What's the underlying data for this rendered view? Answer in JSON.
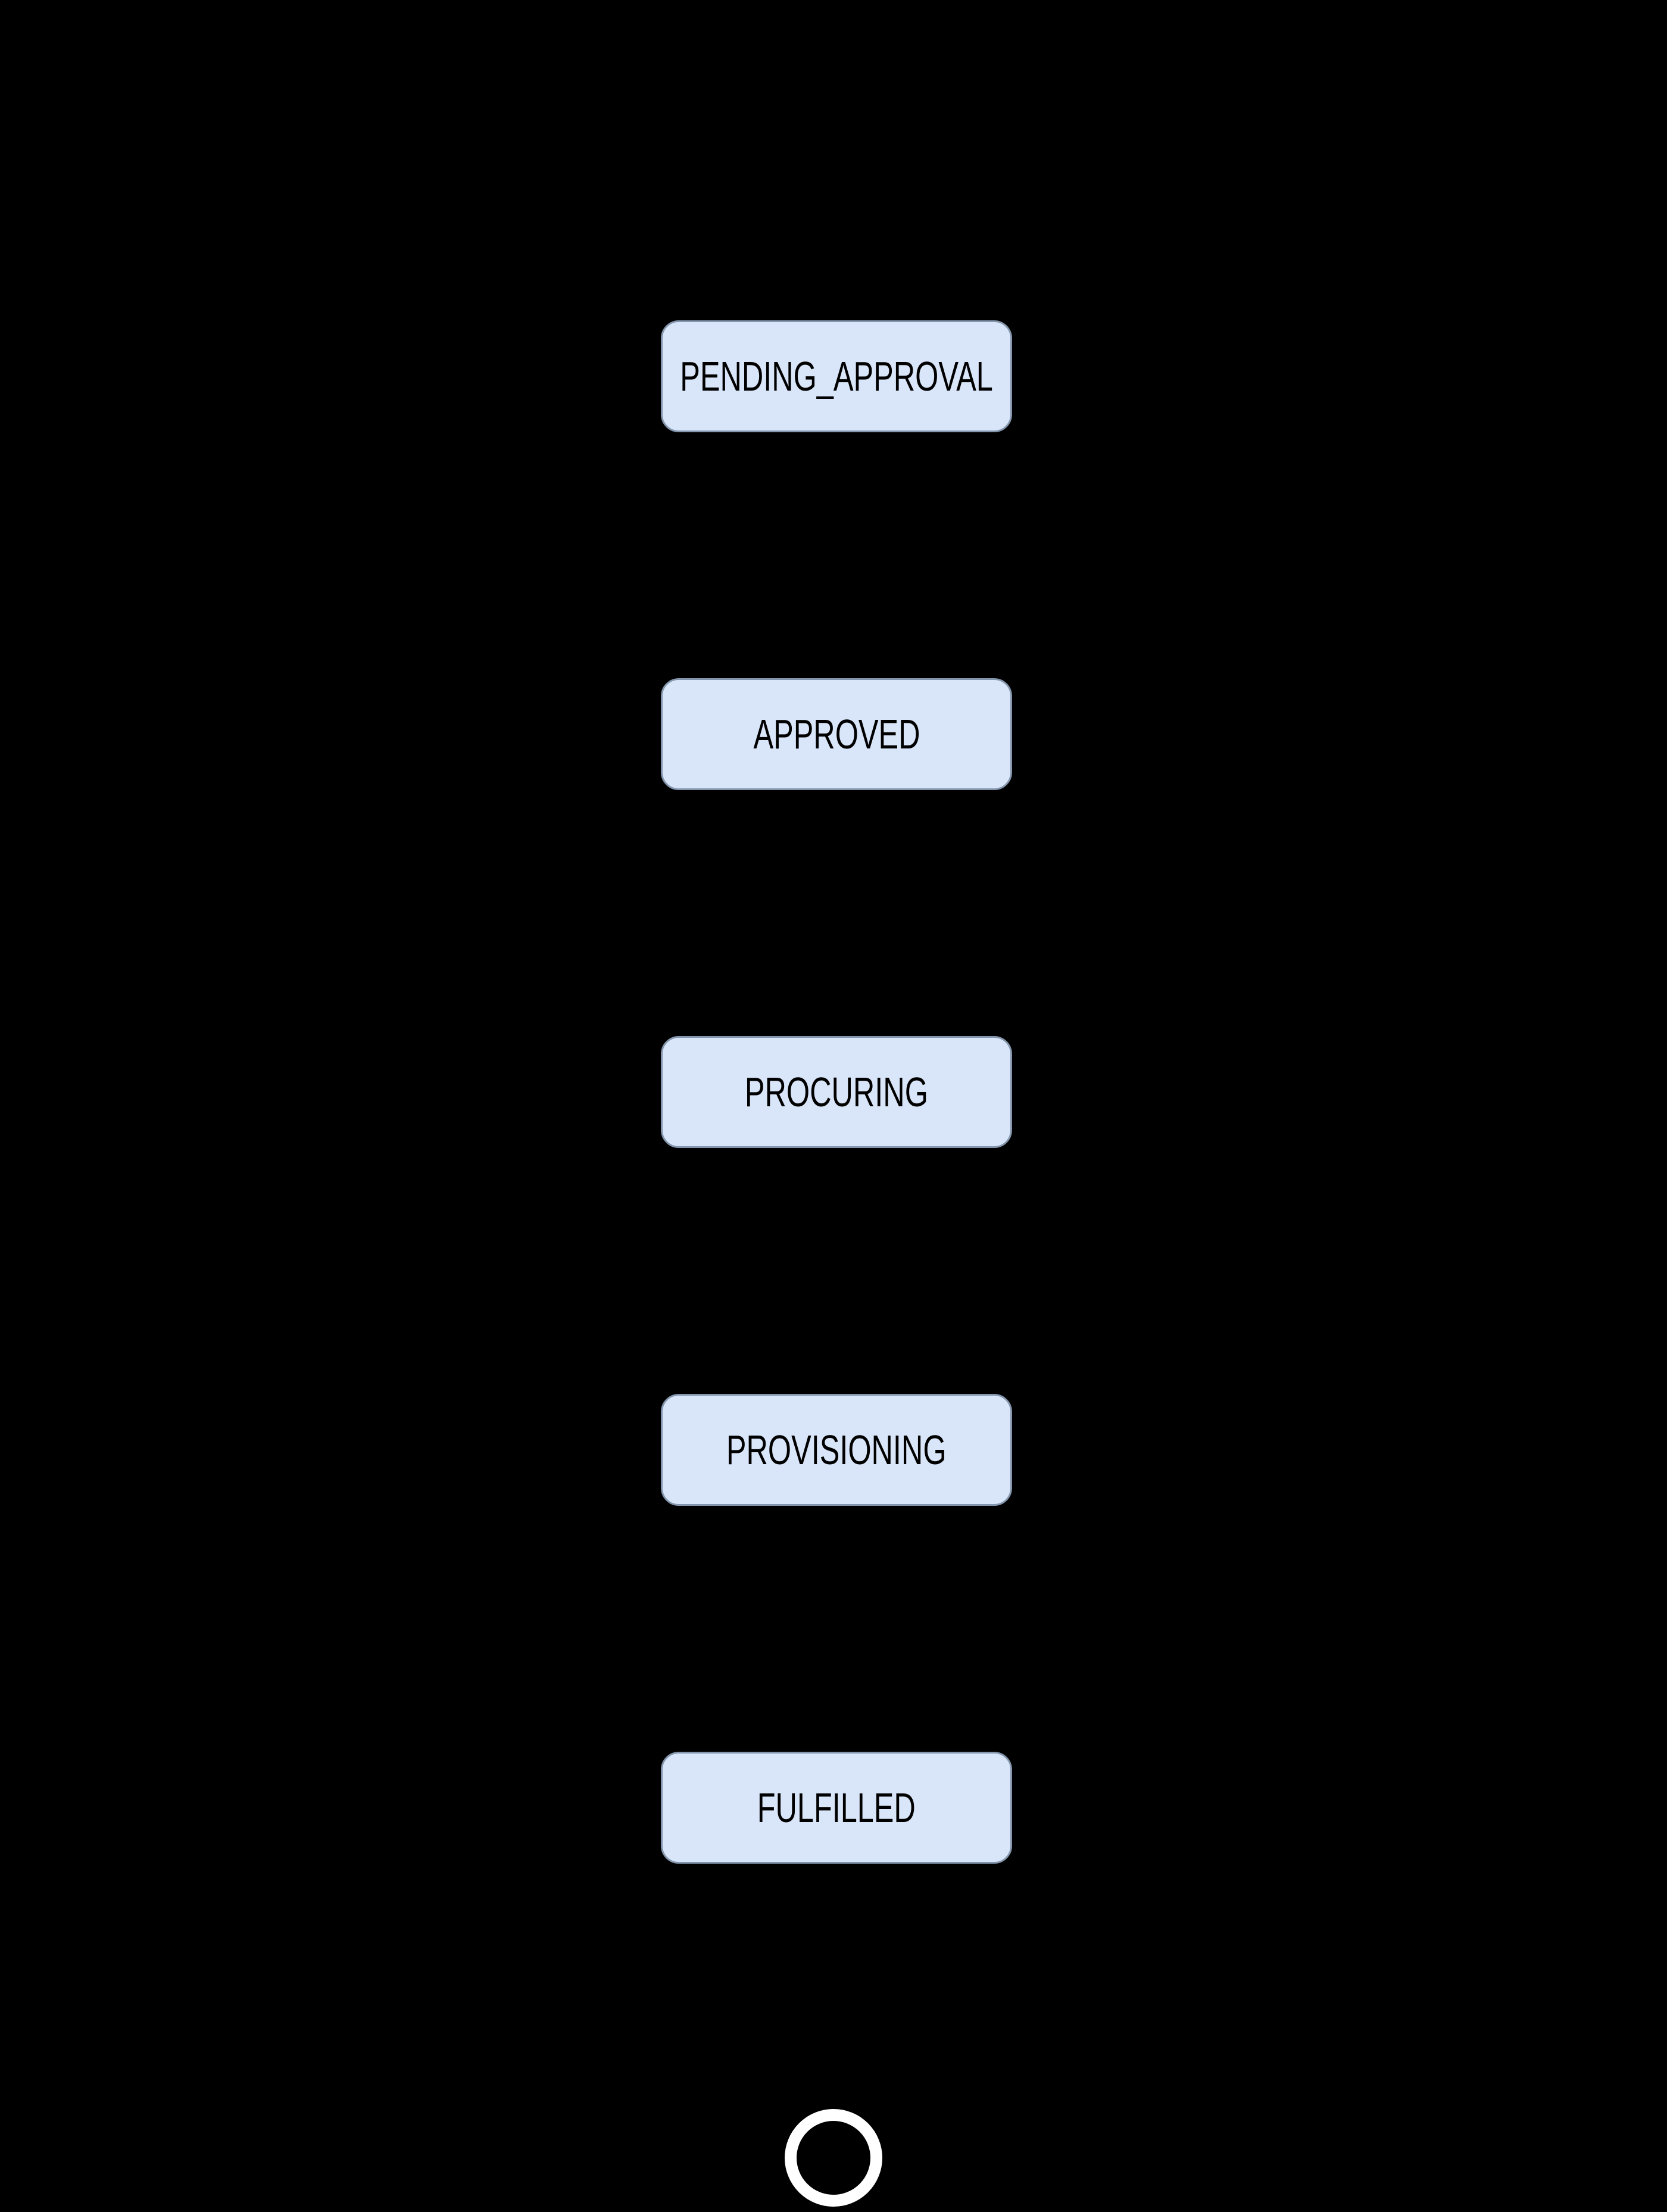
{
  "diagram": {
    "type": "state-flow",
    "background_color": "#000000",
    "node_fill_color": "#d9e5f8",
    "node_border_color": "#8496ad",
    "node_text_color": "#000000",
    "final_ring_color": "#ffffff",
    "states": [
      {
        "id": "PENDING_APPROVAL",
        "label": "PENDING_APPROVAL"
      },
      {
        "id": "APPROVED",
        "label": "APPROVED"
      },
      {
        "id": "PROCURING",
        "label": "PROCURING"
      },
      {
        "id": "PROVISIONING",
        "label": "PROVISIONING"
      },
      {
        "id": "FULFILLED",
        "label": "FULFILLED"
      }
    ],
    "final_state": {
      "name": "end"
    }
  }
}
